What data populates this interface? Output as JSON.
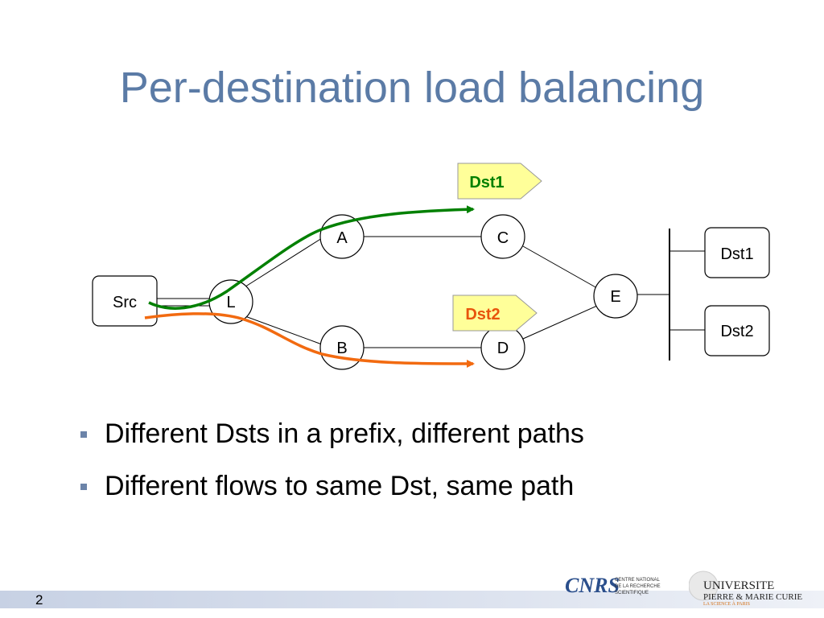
{
  "slide": {
    "title": "Per-destination load balancing",
    "page_number": "2"
  },
  "diagram": {
    "nodes": {
      "src": "Src",
      "l": "L",
      "a": "A",
      "b": "B",
      "c": "C",
      "d": "D",
      "e": "E",
      "dst1": "Dst1",
      "dst2": "Dst2"
    },
    "flags": {
      "dst1": "Dst1",
      "dst2": "Dst2"
    },
    "colors": {
      "dst1_path": "#008000",
      "dst2_path": "#f26a10",
      "flag_fill": "#ffff99",
      "title": "#5b7ba6"
    }
  },
  "bullets": [
    "Different Dsts in a prefix, different paths",
    "Different flows to same Dst, same path"
  ],
  "logos": {
    "cnrs_mark": "CNRS",
    "cnrs_lines": [
      "CENTRE NATIONAL",
      "DE LA RECHERCHE",
      "SCIENTIFIQUE"
    ],
    "upmc_line1": "UNIVERSITE",
    "upmc_line2": "PIERRE & MARIE CURIE",
    "upmc_line3": "LA SCIENCE À PARIS"
  }
}
